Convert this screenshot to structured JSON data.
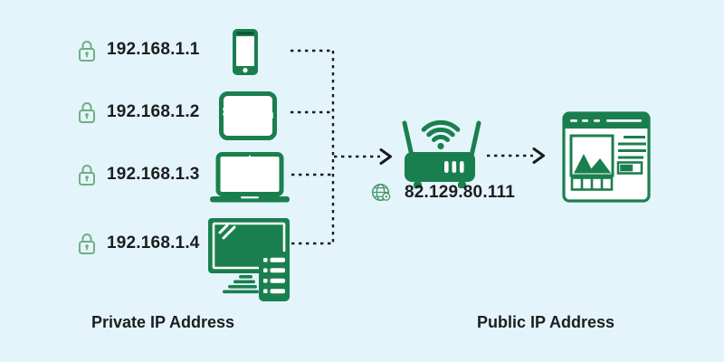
{
  "colors": {
    "bg": "#e3f5fa",
    "green": "#1a7f4e",
    "lock": "#6fae83",
    "text": "#1d1d1f",
    "line": "#1b1b1b"
  },
  "private": {
    "label": "Private IP Address",
    "devices": [
      {
        "ip": "192.168.1.1",
        "icon": "smartphone-icon"
      },
      {
        "ip": "192.168.1.2",
        "icon": "tablet-icon"
      },
      {
        "ip": "192.168.1.3",
        "icon": "laptop-icon"
      },
      {
        "ip": "192.168.1.4",
        "icon": "desktop-computer-server-icon"
      }
    ]
  },
  "router": {
    "icon": "wifi-router-icon",
    "ip_icon": "globe-icon",
    "public_ip": "82.129.80.111"
  },
  "public": {
    "label": "Public IP Address",
    "icon": "browser-window-icon"
  }
}
